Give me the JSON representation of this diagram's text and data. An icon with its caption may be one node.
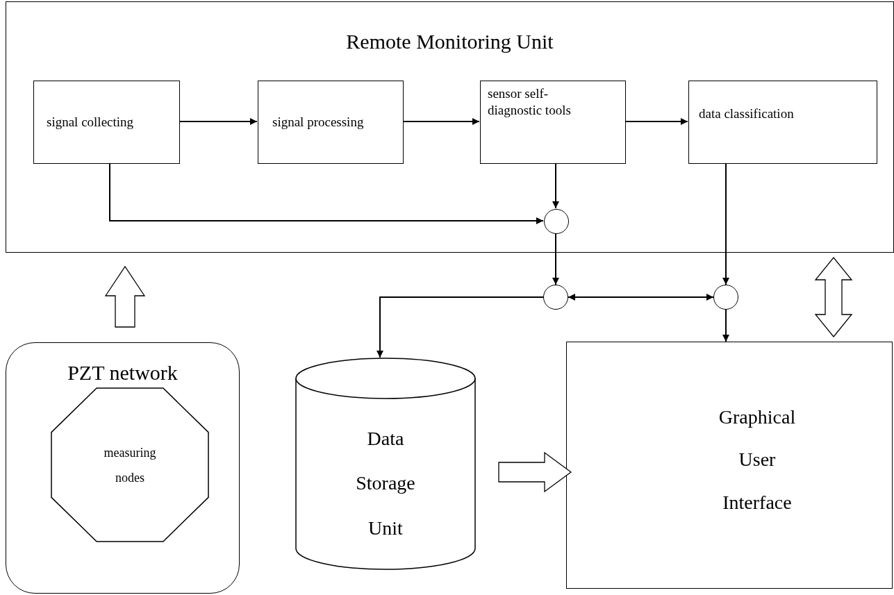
{
  "diagram": {
    "nodes": [
      {
        "text": [
          "Remote Monitoring Unit"
        ]
      },
      {
        "text": [
          "signal collecting"
        ],
        "in": 0
      },
      {
        "text": [
          "signal processing"
        ],
        "in": 0
      },
      {
        "text": [
          "sensor self-diagnostic tools"
        ],
        "in": 0
      },
      {
        "text": [
          "data classification"
        ],
        "in": 0
      },
      {
        "text": [],
        "shape": "circle",
        "in": 0
      },
      {
        "text": [],
        "shape": "circle"
      },
      {
        "text": [],
        "shape": "circle"
      },
      {
        "text": [
          "PZT network"
        ]
      },
      {
        "text": [
          "measuring nodes"
        ],
        "in": 8
      },
      {
        "text": [
          "Data Storage Unit"
        ]
      },
      {
        "text": [
          "Graphical User Interface"
        ]
      }
    ],
    "edges": [
      {
        "from": 1,
        "to": 2,
        "arrow": "to"
      },
      {
        "from": 2,
        "to": 3,
        "arrow": "to"
      },
      {
        "from": 3,
        "to": 4,
        "arrow": "to"
      },
      {
        "from": 3,
        "to": 5,
        "arrow": "to"
      },
      {
        "from": 1,
        "to": 5,
        "arrow": "to"
      },
      {
        "from": 5,
        "to": 6,
        "arrow": "to"
      },
      {
        "from": 6,
        "to": 10,
        "arrow": "to"
      },
      {
        "from": 6,
        "to": 7,
        "arrow": "both"
      },
      {
        "from": 4,
        "to": 7,
        "arrow": "to"
      },
      {
        "from": 7,
        "to": 11,
        "arrow": "to"
      },
      {
        "from": 8,
        "to": 0,
        "arrow": "to",
        "style": "thick"
      },
      {
        "from": 10,
        "to": 11,
        "arrow": "to",
        "style": "thick"
      },
      {
        "from": 11,
        "to": 0,
        "arrow": "both",
        "style": "thick"
      }
    ]
  }
}
